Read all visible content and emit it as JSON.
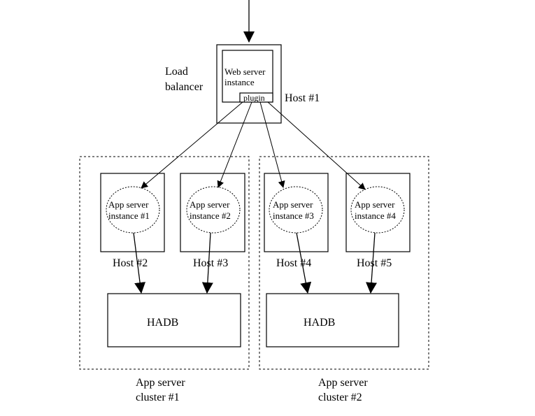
{
  "load_balancer": {
    "label_line1": "Load",
    "label_line2": "balancer",
    "web_server_line1": "Web server",
    "web_server_line2": "instance",
    "plugin": "plugin",
    "host": "Host #1"
  },
  "clusters": [
    {
      "label_line1": "App server",
      "label_line2": "cluster #1",
      "hadb": "HADB",
      "hosts": [
        {
          "host": "Host #2",
          "line1": "App server",
          "line2": "instance #1"
        },
        {
          "host": "Host #3",
          "line1": "App server",
          "line2": "instance #2"
        }
      ]
    },
    {
      "label_line1": "App server",
      "label_line2": "cluster #2",
      "hadb": "HADB",
      "hosts": [
        {
          "host": "Host #4",
          "line1": "App server",
          "line2": "instance #3"
        },
        {
          "host": "Host #5",
          "line1": "App server",
          "line2": "instance #4"
        }
      ]
    }
  ]
}
